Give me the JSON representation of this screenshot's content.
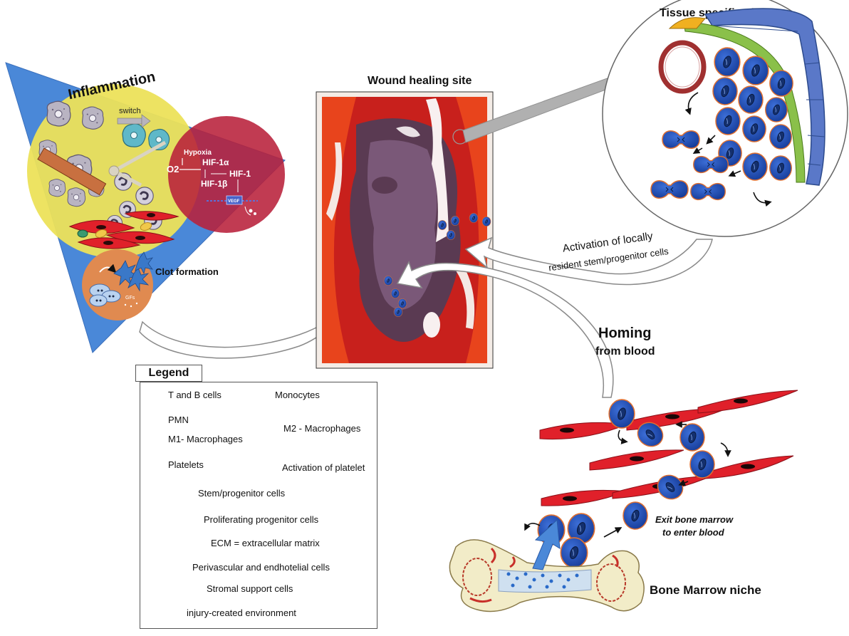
{
  "titles": {
    "tissue_niche": "Tissue specific niche",
    "wound_site": "Wound healing site",
    "inflammation": "Inflammation",
    "clot_formation": "Clot formation",
    "bone_marrow_niche": "Bone Marrow niche"
  },
  "inflammation_labels": {
    "switch": "switch",
    "hypoxia": "Hypoxia",
    "o2": "O2",
    "hif1a": "HIF-1α",
    "hif1": "HIF-1",
    "hif1b": "HIF-1β",
    "vegf": "VEGF",
    "gfs": "GFs"
  },
  "arrows": {
    "activation_line1": "Activation of locally",
    "activation_line2": "resident stem/progenitor cells",
    "homing": "Homing",
    "from_blood": "from blood",
    "exit_line1": "Exit bone marrow",
    "exit_line2": "to enter blood"
  },
  "legend": {
    "title": "Legend",
    "items": {
      "t_b_cells": "T and B cells",
      "monocytes": "Monocytes",
      "pmn": "PMN",
      "m1": "M1- Macrophages",
      "m2": "M2 - Macrophages",
      "platelets": "Platelets",
      "platelet_activation": "Activation of platelet",
      "stem": "Stem/progenitor cells",
      "proliferating": "Proliferating progenitor cells",
      "ecm": "ECM = extracellular matrix",
      "perivascular": "Perivascular and endhotelial cells",
      "stromal": "Stromal support cells",
      "injury": "injury-created environment"
    }
  },
  "colors": {
    "stem_cell": "#1f4fb8",
    "stem_outline": "#e07030",
    "red_cell": "#e0202a",
    "yellow_zone": "#ece25a",
    "red_zone": "#b8203a",
    "triangle": "#4a88d8",
    "clot_zone": "#e08a50"
  }
}
